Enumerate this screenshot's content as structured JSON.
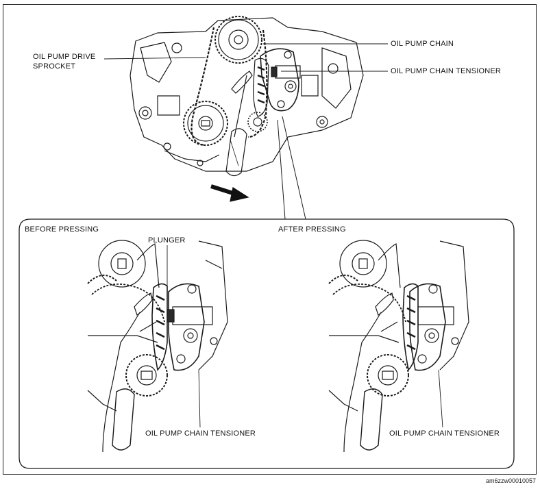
{
  "labels": {
    "oil_pump_drive_sprocket_1": "OIL PUMP DRIVE",
    "oil_pump_drive_sprocket_2": "SPROCKET",
    "oil_pump_chain": "OIL PUMP CHAIN",
    "oil_pump_chain_tensioner_top": "OIL PUMP CHAIN TENSIONER",
    "before_pressing": "BEFORE PRESSING",
    "after_pressing": "AFTER PRESSING",
    "plunger": "PLUNGER",
    "tensioner_before": "OIL PUMP CHAIN TENSIONER",
    "tensioner_after": "OIL PUMP CHAIN TENSIONER"
  },
  "image_code": "am6zzw00010057",
  "colors": {
    "line": "#1a1a1a",
    "fill_dark": "#2a2a2a",
    "fill_mid": "#bdbdbd",
    "background": "#ffffff"
  }
}
